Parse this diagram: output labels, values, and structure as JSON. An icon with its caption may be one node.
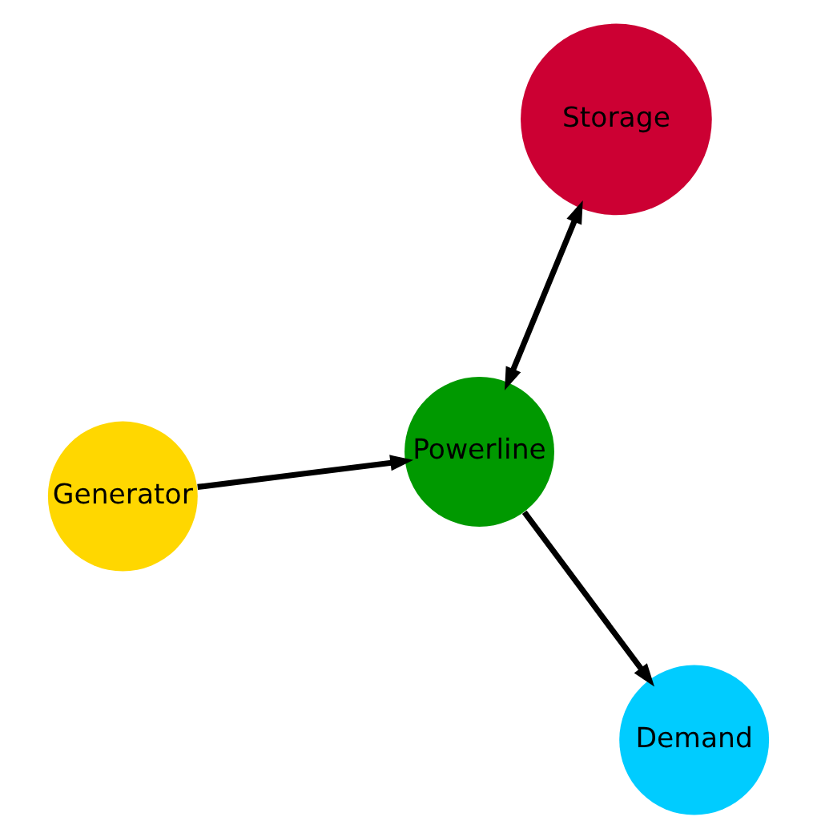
{
  "diagram": {
    "nodes": [
      {
        "text": [
          "Generator"
        ]
      },
      {
        "text": [
          "Powerline"
        ]
      },
      {
        "text": [
          "Demand"
        ]
      },
      {
        "text": [
          "Storage"
        ]
      }
    ],
    "edges": [
      {
        "from": 0,
        "to": 1,
        "arrow": "to"
      },
      {
        "from": 1,
        "to": 2,
        "arrow": "to"
      },
      {
        "from": 3,
        "to": 1,
        "arrow": "both"
      }
    ]
  }
}
